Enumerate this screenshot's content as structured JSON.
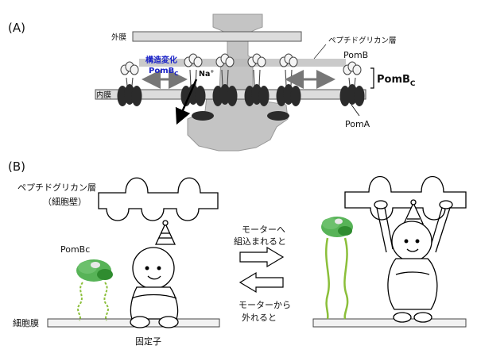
{
  "panel_a": {
    "label": "(A)",
    "outer_membrane": "外膜",
    "peptidoglycan": "ペプチドグリカン層",
    "inner_membrane": "内膜",
    "conformational_change": "構造変化",
    "pombc_blue": "PomB",
    "pombc_blue_sub": "C",
    "sodium": "Na",
    "sodium_sup": "+",
    "pomb": "PomB",
    "pombc_bold": "PomB",
    "pombc_bold_sub": "C",
    "poma": "PomA"
  },
  "panel_b": {
    "label": "(B)",
    "peptidoglycan_line1": "ペプチドグリカン層",
    "peptidoglycan_line2": "（細胞壁）",
    "pombc": "PomBc",
    "cell_membrane": "細胞膜",
    "stator": "固定子",
    "assembled_line1": "モーターへ",
    "assembled_line2": "組込まれると",
    "released_line1": "モーターから",
    "released_line2": "外れると"
  },
  "colors": {
    "membrane_fill": "#dcdcdc",
    "pga_fill": "#b8b8b8",
    "motor_fill": "#c4c4c4",
    "stator_dark": "#2b2b2b",
    "protein_green": "#3aa63a",
    "linker_green": "#8bbf3a",
    "arrow_blue_text": "#1a22c8"
  }
}
